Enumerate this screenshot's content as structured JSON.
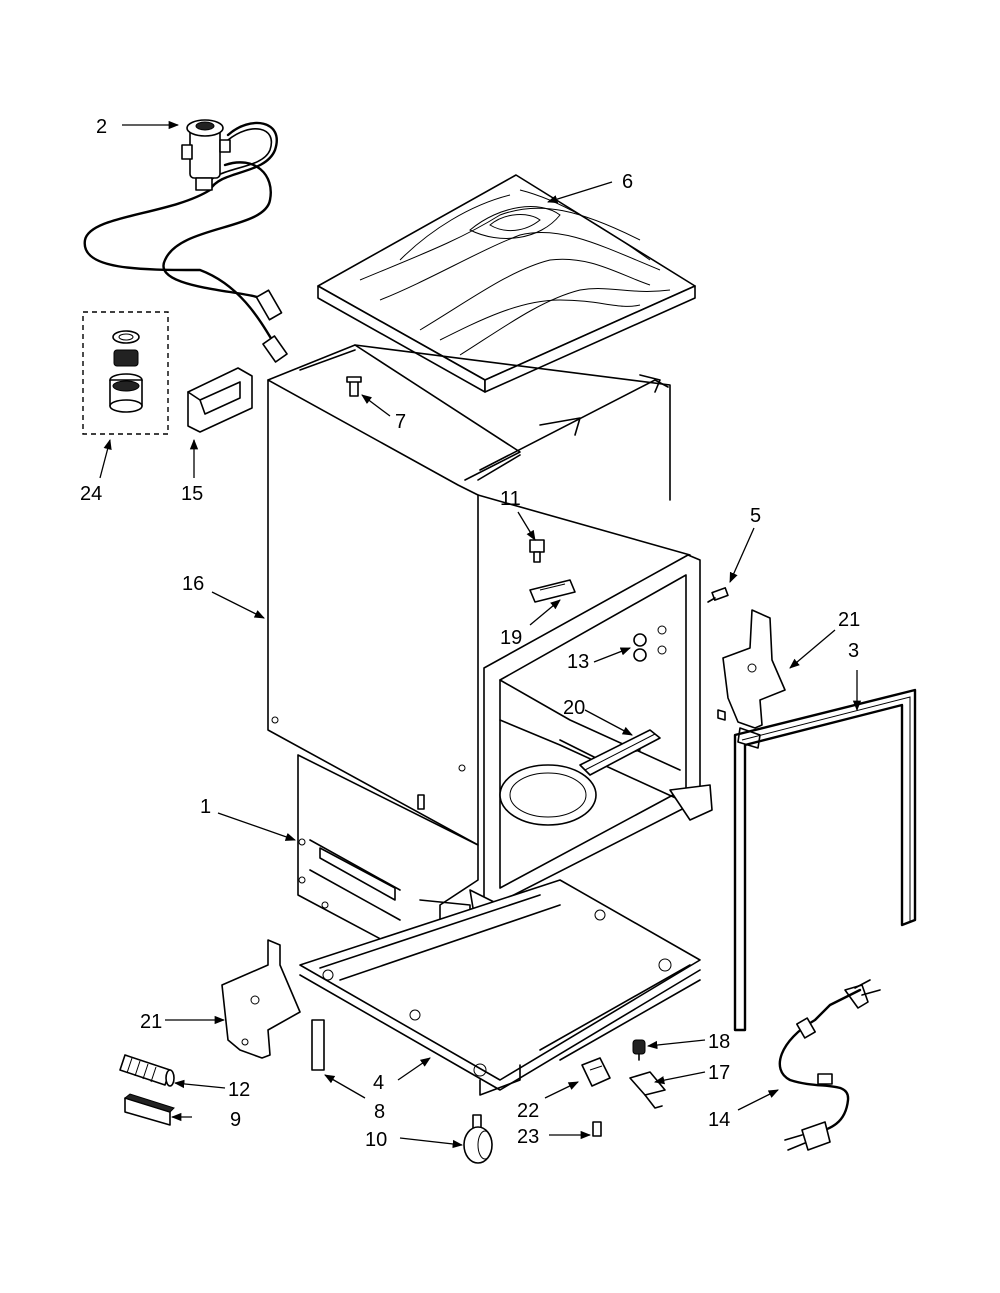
{
  "callouts": [
    {
      "id": "c2",
      "label": "2"
    },
    {
      "id": "c6",
      "label": "6"
    },
    {
      "id": "c7",
      "label": "7"
    },
    {
      "id": "c24",
      "label": "24"
    },
    {
      "id": "c15",
      "label": "15"
    },
    {
      "id": "c11",
      "label": "11"
    },
    {
      "id": "c5",
      "label": "5"
    },
    {
      "id": "c16",
      "label": "16"
    },
    {
      "id": "c19",
      "label": "19"
    },
    {
      "id": "c21a",
      "label": "21"
    },
    {
      "id": "c3",
      "label": "3"
    },
    {
      "id": "c13",
      "label": "13"
    },
    {
      "id": "c20",
      "label": "20"
    },
    {
      "id": "c1",
      "label": "1"
    },
    {
      "id": "c21b",
      "label": "21"
    },
    {
      "id": "c18",
      "label": "18"
    },
    {
      "id": "c17",
      "label": "17"
    },
    {
      "id": "c4",
      "label": "4"
    },
    {
      "id": "c12",
      "label": "12"
    },
    {
      "id": "c8",
      "label": "8"
    },
    {
      "id": "c22",
      "label": "22"
    },
    {
      "id": "c14",
      "label": "14"
    },
    {
      "id": "c9",
      "label": "9"
    },
    {
      "id": "c10",
      "label": "10"
    },
    {
      "id": "c23",
      "label": "23"
    }
  ]
}
